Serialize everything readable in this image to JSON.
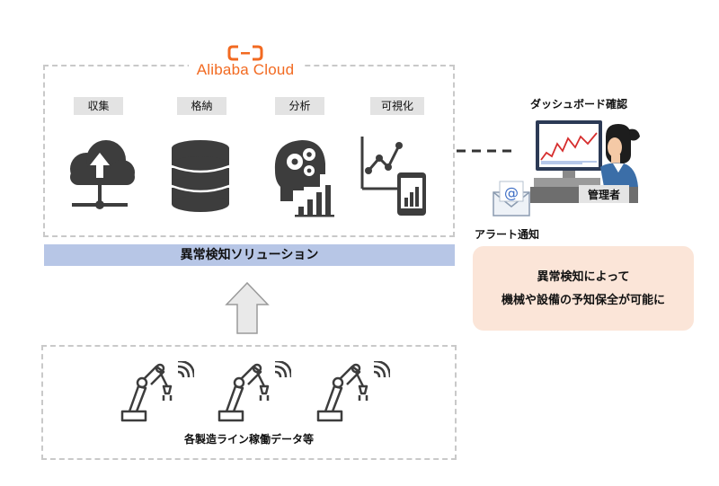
{
  "logo": {
    "text": "Alibaba Cloud",
    "color": "#f26a21"
  },
  "steps": [
    {
      "label": "収集",
      "icon": "cloud-upload-icon"
    },
    {
      "label": "格納",
      "icon": "database-icon"
    },
    {
      "label": "分析",
      "icon": "brain-analytics-icon"
    },
    {
      "label": "可視化",
      "icon": "chart-visualization-icon"
    }
  ],
  "solution": {
    "label": "異常検知ソリューション",
    "color": "#b7c6e6"
  },
  "factory": {
    "caption": "各製造ライン稼働データ等",
    "robot_icon": "robot-arm-icon",
    "signal_icon": "wireless-signal-icon"
  },
  "dashboard": {
    "caption": "ダッシュボード確認",
    "user_badge": "管理者",
    "icon": "admin-monitor-icon"
  },
  "alert": {
    "caption": "アラート通知",
    "icon": "email-envelope-icon"
  },
  "result": {
    "line1": "異常検知によって",
    "line2": "機械や設備の予知保全が可能に",
    "color": "#fbe5d8"
  }
}
